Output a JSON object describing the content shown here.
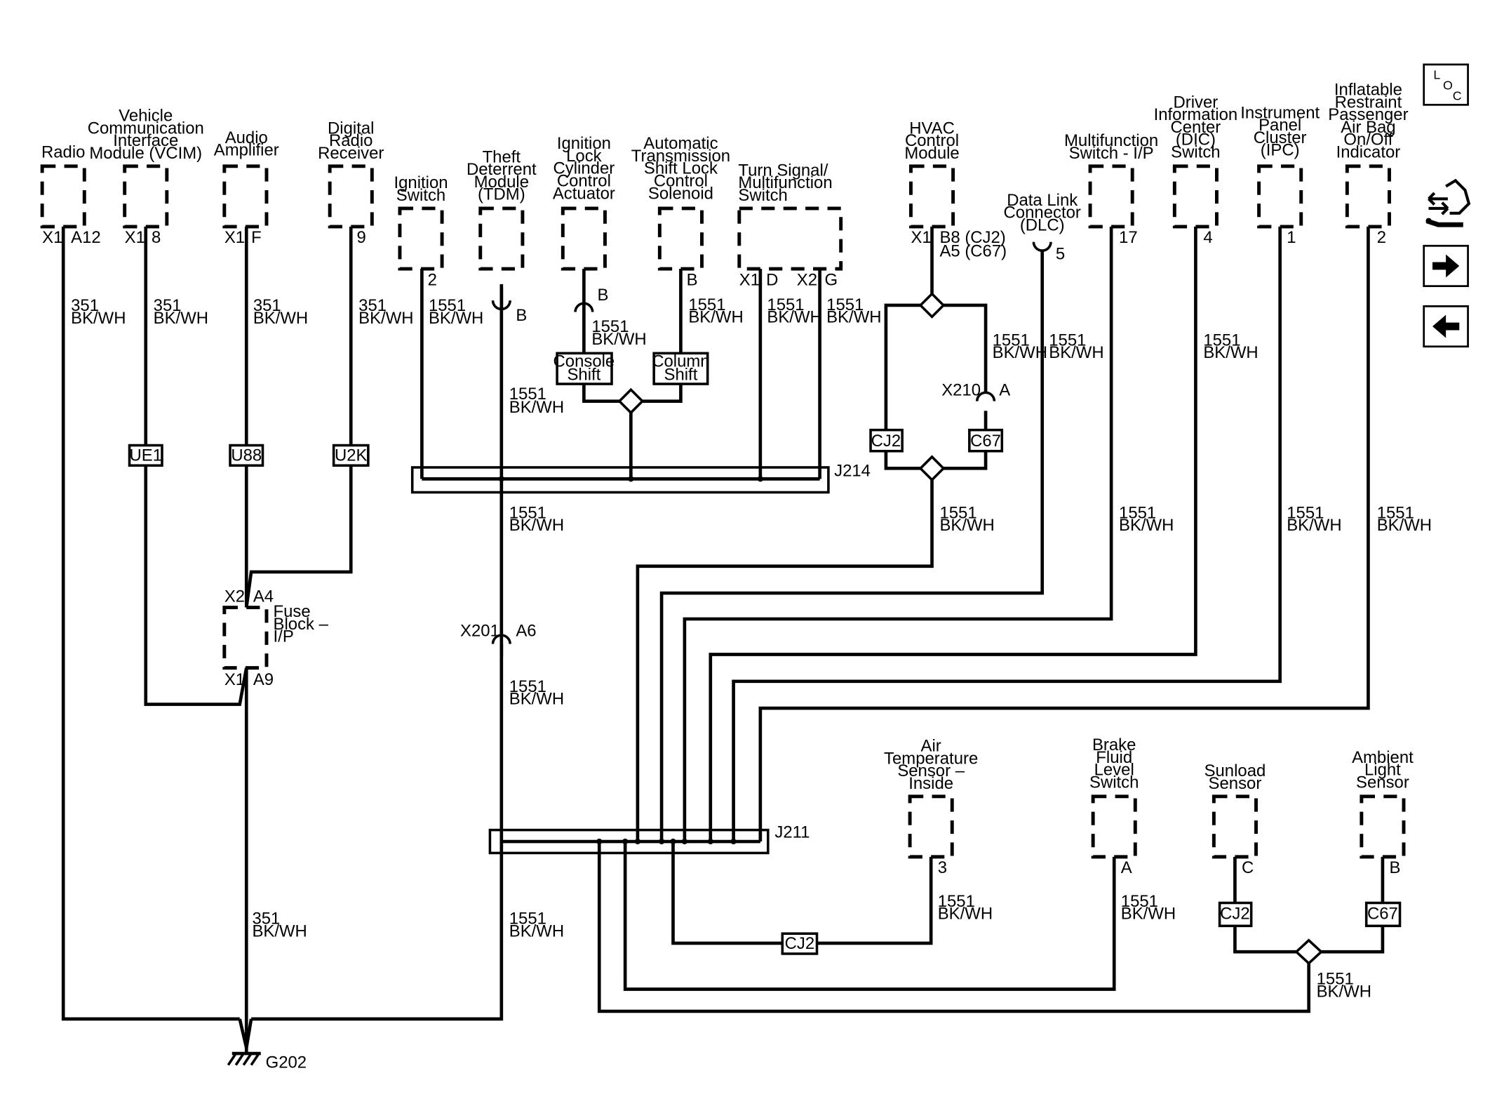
{
  "components": {
    "radio": "Radio",
    "vcim": [
      "Vehicle",
      "Communication",
      "Interface",
      "Module (VCIM)"
    ],
    "audio_amp": [
      "Audio",
      "Amplifier"
    ],
    "digital_radio": [
      "Digital",
      "Radio",
      "Receiver"
    ],
    "ignition_switch": [
      "Ignition",
      "Switch"
    ],
    "tdm": [
      "Theft",
      "Deterrent",
      "Module",
      "(TDM)"
    ],
    "ign_lock_actuator": [
      "Ignition",
      "Lock",
      "Cylinder",
      "Control",
      "Actuator"
    ],
    "shift_lock": [
      "Automatic",
      "Transmission",
      "Shift Lock",
      "Control",
      "Solenoid"
    ],
    "turn_signal": [
      "Turn Signal/",
      "Multifunction",
      "Switch"
    ],
    "hvac": [
      "HVAC",
      "Control",
      "Module"
    ],
    "dlc": [
      "Data Link",
      "Connector",
      "(DLC)"
    ],
    "multifunction_ip": [
      "Multifunction",
      "Switch - I/P"
    ],
    "dic": [
      "Driver",
      "Information",
      "Center",
      "(DIC)",
      "Switch"
    ],
    "ipc": [
      "Instrument",
      "Panel",
      "Cluster",
      "(IPC)"
    ],
    "airbag_ind": [
      "Inflatable",
      "Restraint",
      "Passenger",
      "Air Bag",
      "On/Off",
      "Indicator"
    ],
    "fuse_block": [
      "Fuse",
      "Block –",
      "I/P"
    ],
    "air_temp": [
      "Air",
      "Temperature",
      "Sensor –",
      "Inside"
    ],
    "brake_fluid": [
      "Brake",
      "Fluid",
      "Level",
      "Switch"
    ],
    "sunload": [
      "Sunload",
      "Sensor"
    ],
    "ambient": [
      "Ambient",
      "Light",
      "Sensor"
    ]
  },
  "pins": {
    "radio_conn": "X1",
    "radio_pin": "A12",
    "vcim_conn": "X1",
    "vcim_pin": "8",
    "amp_conn": "X1",
    "amp_pin": "F",
    "drr_pin": "9",
    "ign_pin": "2",
    "tdm_pin": "B",
    "actuator_pin": "B",
    "solenoid_pin": "B",
    "ts_conn1": "X1",
    "ts_pin1": "D",
    "ts_conn2": "X2",
    "ts_pin2": "G",
    "hvac_conn": "X1",
    "hvac_pin1": "B8 (CJ2)",
    "hvac_pin2": "A5 (C67)",
    "dlc_pin": "5",
    "mf_pin": "17",
    "dic_pin": "4",
    "ipc_pin": "1",
    "airbag_pin": "2",
    "fuse_x2": "X2",
    "fuse_a4": "A4",
    "fuse_x1": "X1",
    "fuse_a9": "A9",
    "x201": "X201",
    "x201_pin": "A6",
    "x210": "X210",
    "x210_pin": "A",
    "air_pin": "3",
    "brake_pin": "A",
    "sunload_pin": "C",
    "ambient_pin": "B"
  },
  "wire": {
    "c351": "351",
    "c1551": "1551",
    "color": "BK/WH"
  },
  "options": {
    "ue1": "UE1",
    "u88": "U88",
    "u2k": "U2K",
    "console": [
      "Console",
      "Shift"
    ],
    "column": [
      "Column",
      "Shift"
    ],
    "cj2": "CJ2",
    "c67": "C67"
  },
  "splices": {
    "j214": "J214",
    "j211": "J211"
  },
  "ground": "G202",
  "nav": {
    "loc_icon": "location-view-icon",
    "conn_icon": "connector-view-icon",
    "next_icon": "arrow-right-icon",
    "prev_icon": "arrow-left-icon",
    "loc_l": "L",
    "loc_o": "O",
    "loc_c": "C"
  }
}
